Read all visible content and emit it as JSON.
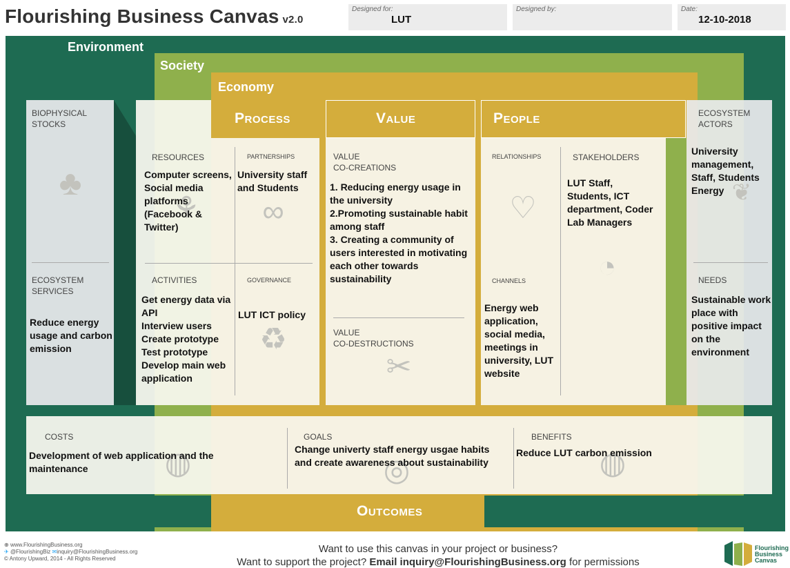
{
  "header": {
    "title": "Flourishing Business Canvas",
    "version": "v2.0",
    "designed_for_label": "Designed for:",
    "designed_for": "LUT",
    "designed_by_label": "Designed by:",
    "designed_by": "",
    "date_label": "Date:",
    "date": "12-10-2018"
  },
  "layers": {
    "environment": "Environment",
    "society": "Society",
    "economy": "Economy"
  },
  "headers": {
    "process": "Process",
    "value": "Value",
    "people": "People",
    "outcomes": "Outcomes"
  },
  "left": {
    "stocks_label": "BIOPHYSICAL\nSTOCKS",
    "services_label": "ECOSYSTEM\nSERVICES",
    "services_text": "Reduce energy usage and carbon emission"
  },
  "process": {
    "resources_label": "RESOURCES",
    "resources_text": "Computer screens, Social media platforms (Facebook & Twitter)",
    "partnerships_label": "PARTNERSHIPS",
    "partnerships_text": "University staff and Students",
    "activities_label": "ACTIVITIES",
    "activities_text": "Get energy data via API\nInterview users\nCreate prototype\nTest prototype\nDevelop main web application",
    "governance_label": "GOVERNANCE",
    "governance_text": "LUT ICT policy"
  },
  "value": {
    "cocreations_label": "VALUE\nCO-CREATIONS",
    "cocreations_text": "1. Reducing energy usage in the university\n2.Promoting sustainable habit among staff\n3. Creating a community of users interested in motivating each other towards sustainability",
    "codestructions_label": "VALUE\nCO-DESTRUCTIONS"
  },
  "people": {
    "relationships_label": "RELATIONSHIPS",
    "stakeholders_label": "STAKEHOLDERS",
    "stakeholders_text": "LUT Staff, Students, ICT department, Coder Lab Managers",
    "channels_label": "CHANNELS",
    "channels_text": "Energy web application, social media, meetings in university, LUT website"
  },
  "right": {
    "actors_label": "ECOSYSTEM\nACTORS",
    "actors_text": "University management, Staff, Students Energy",
    "needs_label": "NEEDS",
    "needs_text": "Sustainable work place with positive impact on the environment"
  },
  "bottom": {
    "costs_label": "COSTS",
    "costs_text": "Development of web application and the maintenance",
    "goals_label": "GOALS",
    "goals_text": "Change univerty staff energy usgae habits and create awareness about sustainability",
    "benefits_label": "BENEFITS",
    "benefits_text": "Reduce LUT carbon emission"
  },
  "footer": {
    "web": "www.FlourishingBusiness.org",
    "twitter": "@FlourishingBiz",
    "email": "inquiry@FlourishingBusiness.org",
    "copyright": "© Antony Upward, 2014 - All Rights Reserved",
    "cta_line1": "Want to use this canvas in your project or business?",
    "cta_line2_pre": "Want to support the project? ",
    "cta_line2_bold": "Email inquiry@FlourishingBusiness.org",
    "cta_line2_post": " for permissions",
    "logo_text": "Flourishing\nBusiness\nCanvas"
  },
  "colors": {
    "environment": "#1e6b52",
    "society": "#8fb04c",
    "economy": "#d4ad3c"
  },
  "icons": [
    "tree-icon",
    "wheat-icon",
    "chain-link-icon",
    "document-icon",
    "recycle-icon",
    "handshake-icon",
    "scissors-icon",
    "pie-chart-icon",
    "globe-icon",
    "target-icon",
    "paw-icon",
    "logo-icon"
  ]
}
